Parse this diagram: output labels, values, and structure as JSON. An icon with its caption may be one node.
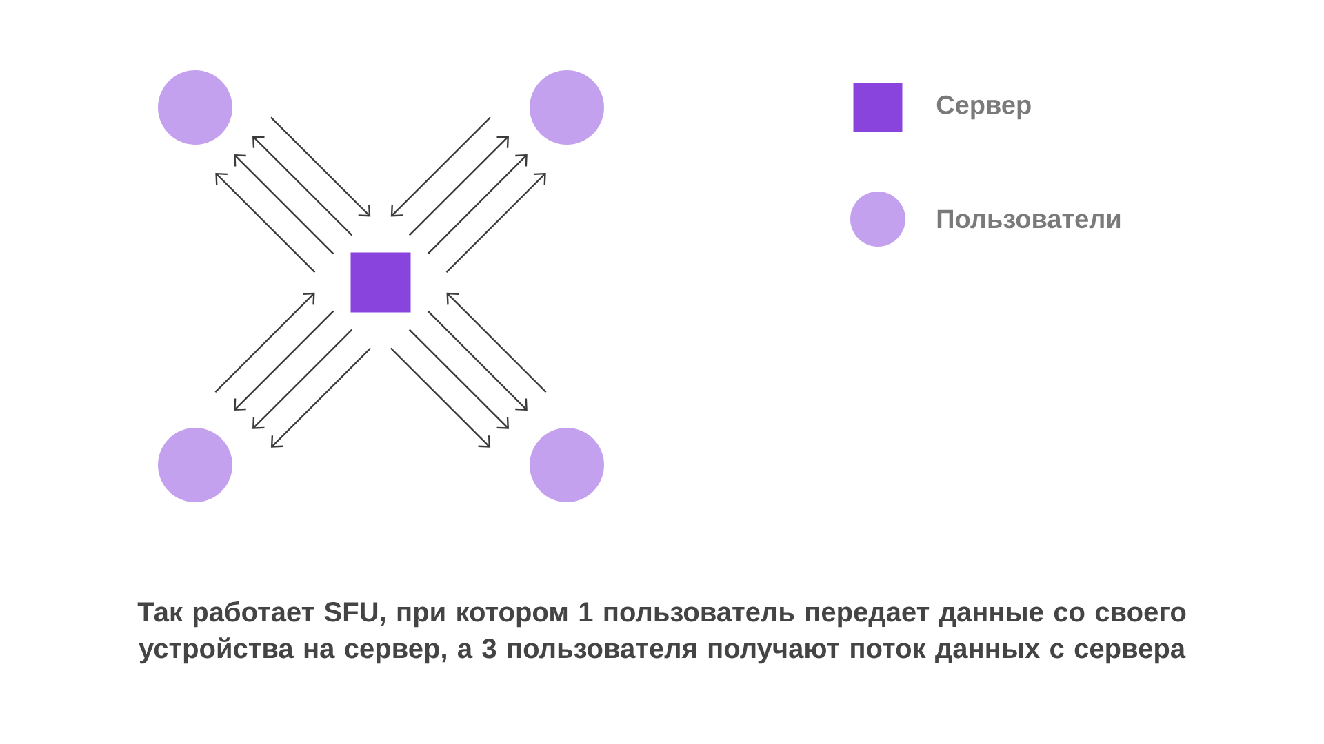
{
  "diagram": {
    "caption": "Так работает SFU, при котором 1 пользователь передает данные со своего устройства на сервер, а 3 пользователя получают поток данных с сервера",
    "nodes": [
      {
        "text": [],
        "shape": "circle"
      },
      {
        "text": [],
        "shape": "circle"
      },
      {
        "text": [],
        "shape": "circle"
      },
      {
        "text": [],
        "shape": "circle"
      },
      {
        "text": [],
        "shape": "box"
      }
    ],
    "edges": [
      {
        "from": 0,
        "to": 4,
        "arrow": "to"
      },
      {
        "from": 4,
        "to": 0,
        "arrow": "to"
      },
      {
        "from": 4,
        "to": 0,
        "arrow": "to"
      },
      {
        "from": 4,
        "to": 0,
        "arrow": "to"
      },
      {
        "from": 1,
        "to": 4,
        "arrow": "to"
      },
      {
        "from": 4,
        "to": 1,
        "arrow": "to"
      },
      {
        "from": 4,
        "to": 1,
        "arrow": "to"
      },
      {
        "from": 4,
        "to": 1,
        "arrow": "to"
      },
      {
        "from": 2,
        "to": 4,
        "arrow": "to"
      },
      {
        "from": 4,
        "to": 2,
        "arrow": "to"
      },
      {
        "from": 4,
        "to": 2,
        "arrow": "to"
      },
      {
        "from": 4,
        "to": 2,
        "arrow": "to"
      },
      {
        "from": 3,
        "to": 4,
        "arrow": "to"
      },
      {
        "from": 4,
        "to": 3,
        "arrow": "to"
      },
      {
        "from": 4,
        "to": 3,
        "arrow": "to"
      },
      {
        "from": 4,
        "to": 3,
        "arrow": "to"
      }
    ],
    "legend": [
      {
        "text": "Сервер",
        "color": "#8a44de"
      },
      {
        "text": "Пользователи",
        "color": "#c4a1ef"
      }
    ]
  }
}
